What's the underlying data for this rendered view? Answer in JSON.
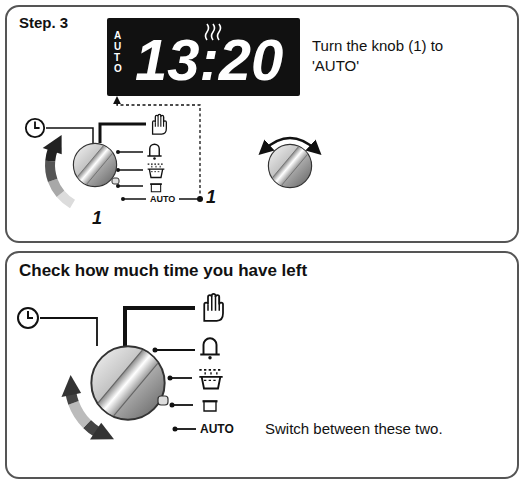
{
  "diagram": {
    "nodes": [
      {
        "text": [
          "Step. 3"
        ]
      },
      {
        "text": [
          "AUTO",
          "13:20"
        ],
        "in": 0
      },
      {
        "text": [
          "Check how much time you have left"
        ]
      }
    ],
    "labels": [
      "Turn the knob (1) to 'AUTO'",
      "AUTO",
      "1",
      "1",
      "AUTO",
      "Switch between these two."
    ]
  }
}
